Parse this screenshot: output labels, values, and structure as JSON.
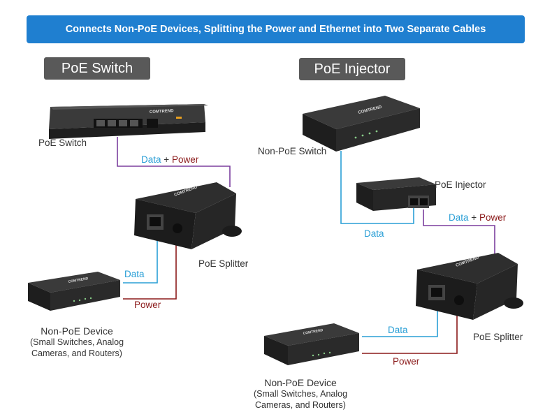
{
  "banner": {
    "text": "Connects Non-PoE Devices, Splitting the Power and Ethernet into Two Separate Cables"
  },
  "left": {
    "title": "PoE Switch",
    "switch_label": "PoE Switch",
    "data_label": "Data",
    "plus": "+",
    "power_label": "Power",
    "splitter_label": "PoE Splitter",
    "data_out_label": "Data",
    "power_out_label": "Power",
    "device_title": "Non-PoE Device",
    "device_line1": "(Small Switches, Analog",
    "device_line2": "Cameras, and Routers)"
  },
  "right": {
    "title": "PoE Injector",
    "switch_label": "Non-PoE Switch",
    "injector_label": "PoE Injector",
    "data_in_label": "Data",
    "data_label": "Data",
    "plus": "+",
    "power_label": "Power",
    "splitter_label": "PoE Splitter",
    "data_out_label": "Data",
    "power_out_label": "Power",
    "device_title": "Non-PoE Device",
    "device_line1": "(Small Switches, Analog",
    "device_line2": "Cameras, and Routers)"
  },
  "brand": {
    "logo_text": "COMTREND"
  },
  "colors": {
    "banner": "#1f7fd0",
    "title_box": "#595959",
    "data_wire": "#2a9fd6",
    "power_wire": "#8b1a1a",
    "combined_wire": "#7b3f9e"
  }
}
